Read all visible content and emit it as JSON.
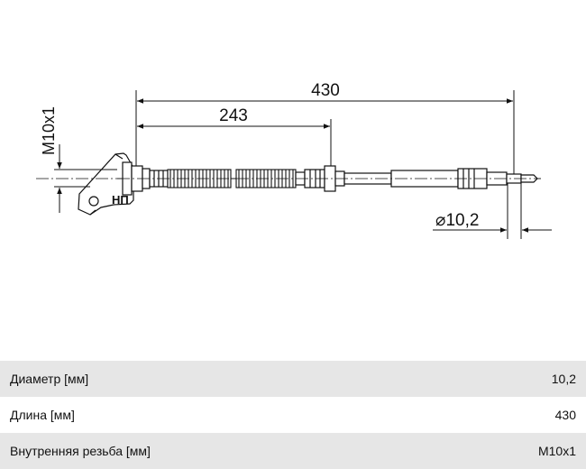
{
  "drawing": {
    "dim_total": "430",
    "dim_partial": "243",
    "dim_thread": "M10x1",
    "dim_diameter": "⌀10,2",
    "bracket_mark": "НП"
  },
  "specs": [
    {
      "label": "Диаметр [мм]",
      "value": "10,2"
    },
    {
      "label": "Длина [мм]",
      "value": "430"
    },
    {
      "label": "Внутренняя резьба [мм]",
      "value": "M10x1"
    }
  ]
}
